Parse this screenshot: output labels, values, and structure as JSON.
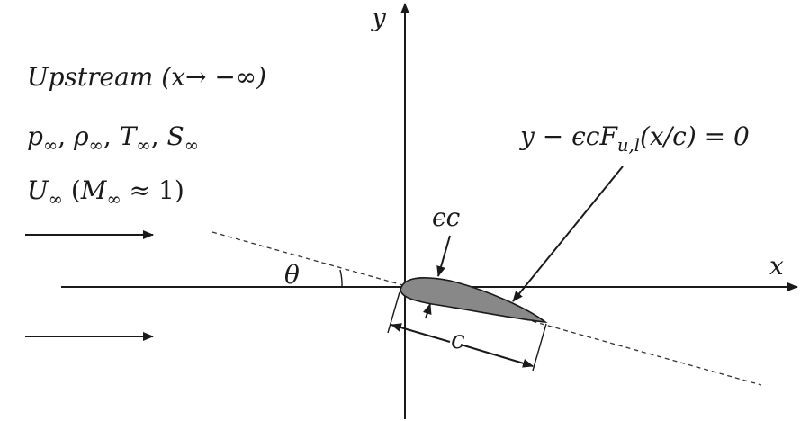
{
  "upstream": {
    "heading": "Upstream (x→ −∞)",
    "p": "p",
    "rho": "ρ",
    "T": "T",
    "S": "S",
    "U": "U",
    "M": "M",
    "inf": "∞",
    "comma": ", ",
    "mach_open": " (",
    "mach_rel": " ≈ 1)"
  },
  "axes": {
    "x_label": "x",
    "y_label": "y"
  },
  "angle_label": "θ",
  "chord_label": "c",
  "thickness_label": "ϵc",
  "surface_eq": {
    "lhs": "y − ϵcF",
    "sub": "u,l",
    "rhs": "(x/c) = 0"
  },
  "colors": {
    "airfoil_fill": "#888888",
    "stroke": "#1a1a1a"
  }
}
